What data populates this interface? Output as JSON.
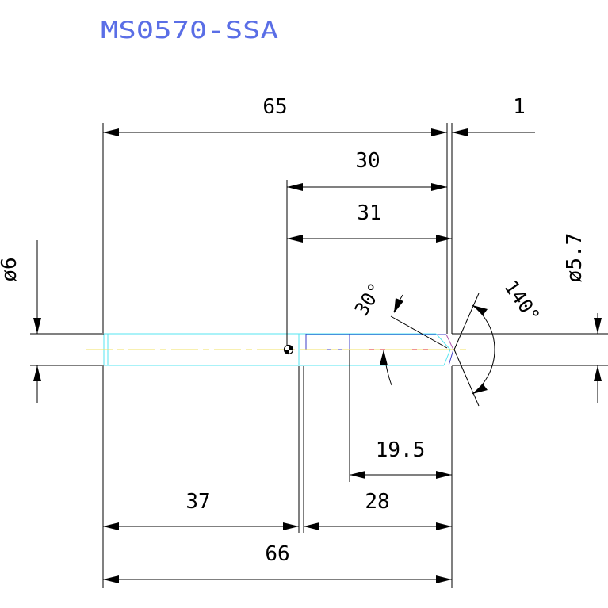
{
  "title": "MS0570-SSA",
  "colors": {
    "title": "#5a6ee6",
    "dimension": "#000000",
    "shank_outline": "#55e6f0",
    "center_line": "#f0e060",
    "drill_body": "#3c3cc8",
    "flute": "#e02828",
    "tip_line": "#b05ab0"
  },
  "dimensions": {
    "overall_top": "65",
    "tip_offset": "1",
    "flute_30": "30",
    "flute_31": "31",
    "dia_shank": "ø6",
    "dia_head": "ø5.7",
    "helix_angle": "30°",
    "point_angle": "140°",
    "flute_19_5": "19.5",
    "shank_37": "37",
    "head_28": "28",
    "overall_bottom": "66"
  }
}
